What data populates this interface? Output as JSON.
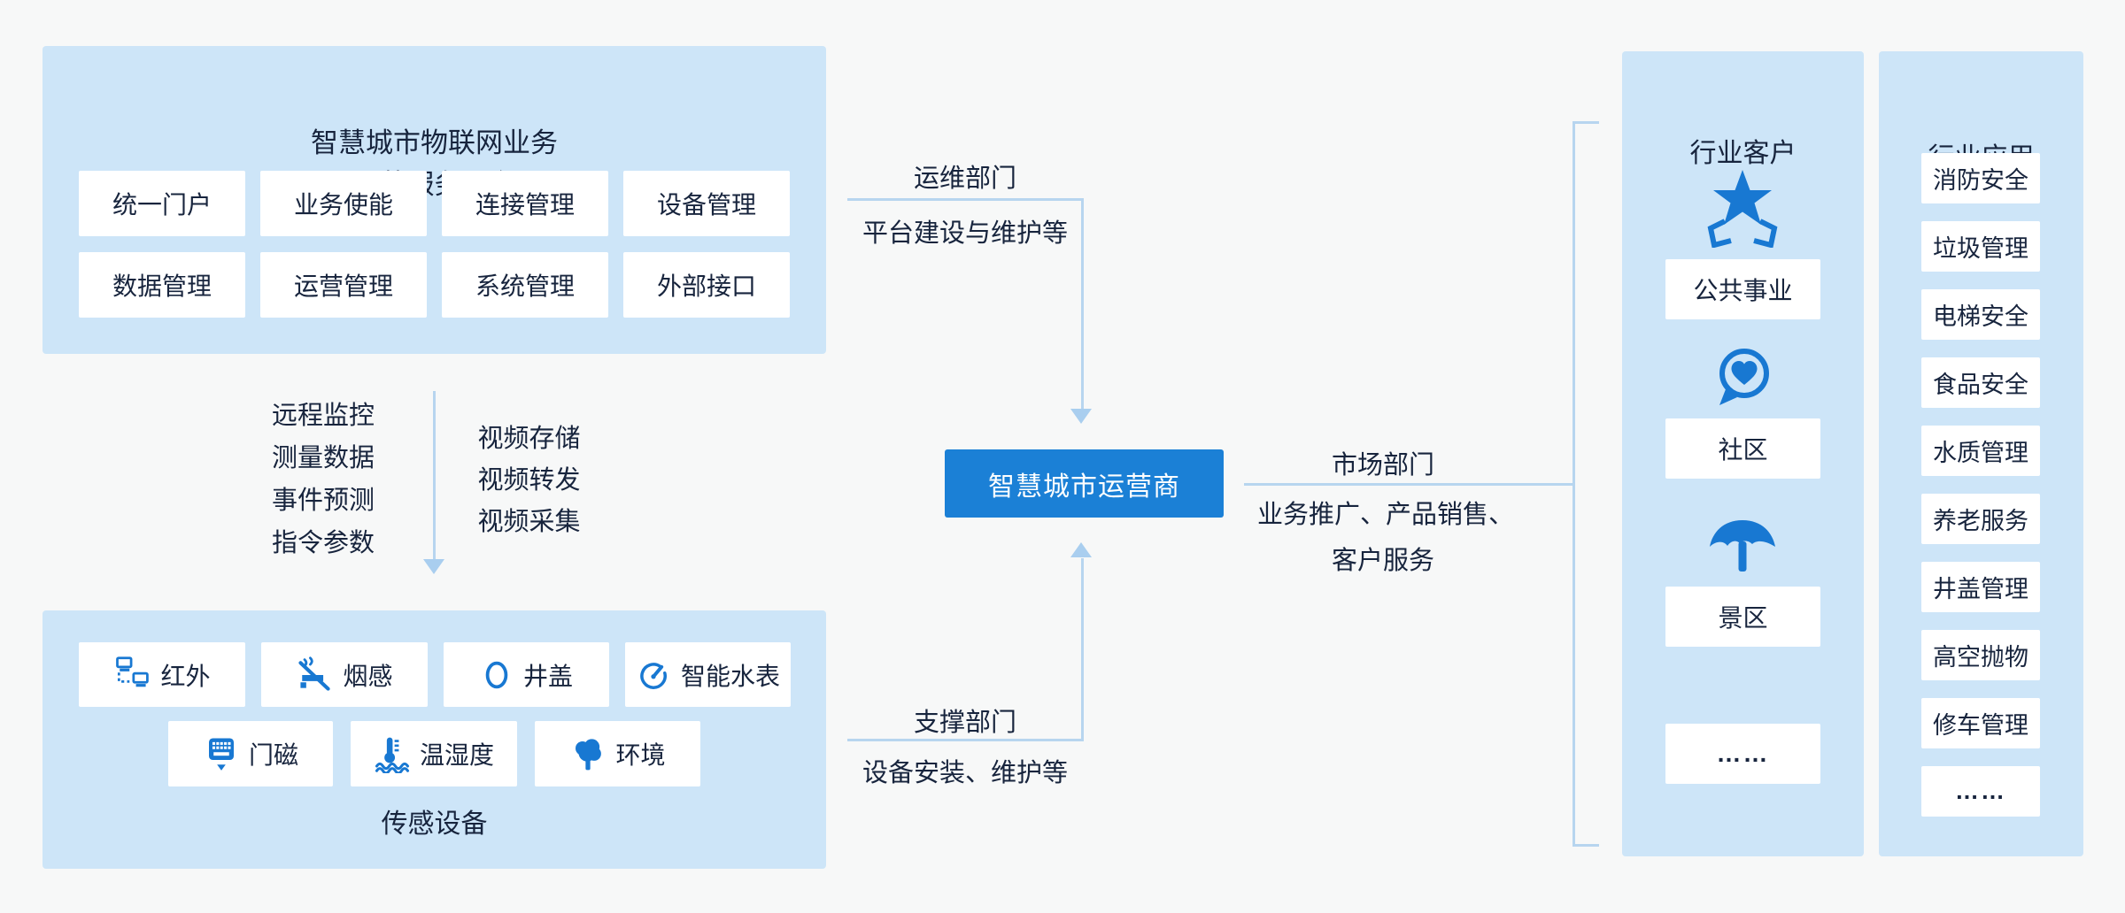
{
  "colors": {
    "panel_blue": "#cde5f8",
    "accent_blue": "#1878d2",
    "operator_blue": "#1b80d6",
    "line_blue": "#b7d5ef",
    "arrow_blue": "#a9ceef",
    "text_dark": "#17243d",
    "background": "#f7f8f8",
    "box_white": "#ffffff"
  },
  "platform": {
    "title_line1": "智慧城市物联网业务",
    "title_line2": "运营服务平台",
    "modules": [
      "统一门户",
      "业务使能",
      "连接管理",
      "设备管理",
      "数据管理",
      "运营管理",
      "系统管理",
      "外部接口"
    ]
  },
  "left_flow": {
    "monitor_items": [
      "远程监控",
      "测量数据",
      "事件预测",
      "指令参数"
    ],
    "video_items": [
      "视频存储",
      "视频转发",
      "视频采集"
    ]
  },
  "sensors": {
    "caption": "传感设备",
    "row1": [
      {
        "icon": "infrared-icon",
        "label": "红外"
      },
      {
        "icon": "smoke-sensor-icon",
        "label": "烟感"
      },
      {
        "icon": "manhole-icon",
        "label": "井盖"
      },
      {
        "icon": "water-meter-icon",
        "label": "智能水表"
      }
    ],
    "row2": [
      {
        "icon": "door-magnet-icon",
        "label": "门磁"
      },
      {
        "icon": "temp-humidity-icon",
        "label": "温湿度"
      },
      {
        "icon": "environment-icon",
        "label": "环境"
      }
    ]
  },
  "operator": {
    "label": "智慧城市运营商"
  },
  "flows": {
    "ops": {
      "title": "运维部门",
      "desc": "平台建设与维护等"
    },
    "support": {
      "title": "支撑部门",
      "desc": "设备安装、维护等"
    },
    "market": {
      "title": "市场部门",
      "desc_line1": "业务推广、产品销售、",
      "desc_line2": "客户服务"
    }
  },
  "customers": {
    "title": "行业客户",
    "items": [
      {
        "icon": "star-praise-icon",
        "label": "公共事业"
      },
      {
        "icon": "heart-bubble-icon",
        "label": "社区"
      },
      {
        "icon": "tree-icon",
        "label": "景区"
      },
      {
        "icon": "none",
        "label": "……"
      }
    ]
  },
  "applications": {
    "title": "行业应用",
    "items": [
      "消防安全",
      "垃圾管理",
      "电梯安全",
      "食品安全",
      "水质管理",
      "养老服务",
      "井盖管理",
      "高空抛物",
      "修车管理",
      "……"
    ]
  }
}
